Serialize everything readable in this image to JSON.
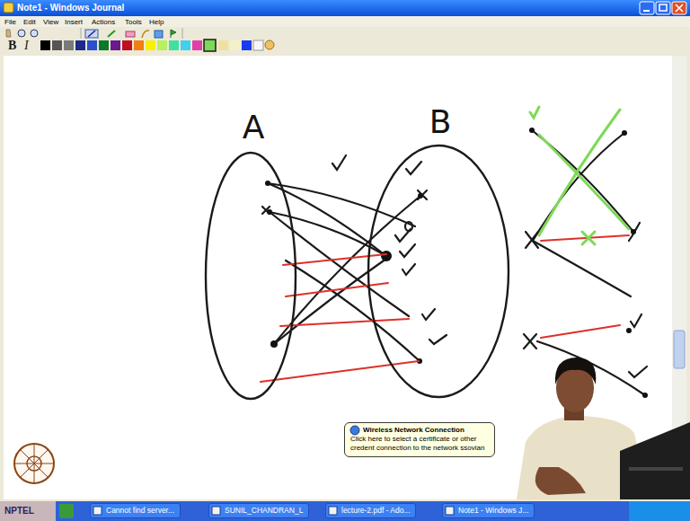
{
  "diagram": {
    "nodes": [
      {
        "text": [
          "Note1 - Windows Journal"
        ]
      },
      {
        "text": [
          "A"
        ]
      },
      {
        "text": [
          "B"
        ]
      },
      {
        "text": [
          "Wireless Network Connection",
          "Click here to select a certificate or other credent connection to the network ssovian"
        ]
      },
      {
        "text": [
          "Cannot find server..."
        ]
      },
      {
        "text": [
          "SUNIL_CHANDRAN_L"
        ]
      },
      {
        "text": [
          "lecture-2.pdf - Ado..."
        ]
      },
      {
        "text": [
          "Note1 - Windows J..."
        ]
      }
    ],
    "labels": [
      "File",
      "Edit",
      "View",
      "Insert",
      "Actions",
      "Tools",
      "Help",
      "B",
      "I",
      "NPTEL"
    ]
  }
}
